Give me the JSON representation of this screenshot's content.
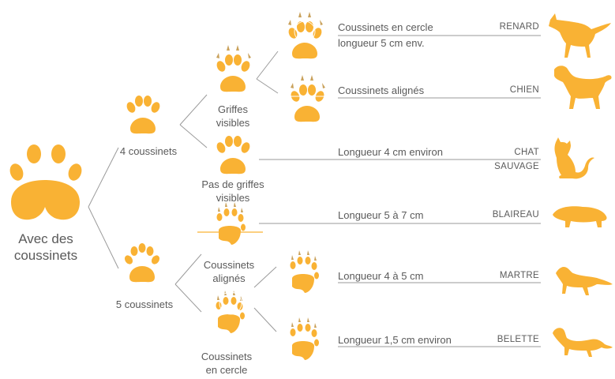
{
  "colors": {
    "paw": "#F9B234",
    "claw": "#C9A15B",
    "line": "#9a9a9a",
    "text": "#5a5a5a",
    "background": "#ffffff"
  },
  "root": {
    "label_line1": "Avec des",
    "label_line2": "coussinets"
  },
  "level1": {
    "four_pads": "4 coussinets",
    "five_pads": "5 coussinets"
  },
  "level2": {
    "claws_visible_line1": "Griffes",
    "claws_visible_line2": "visibles",
    "no_claws_line1": "Pas de griffes",
    "no_claws_line2": "visibles",
    "aligned_line1": "Coussinets",
    "aligned_line2": "alignés",
    "circle_line1": "Coussinets",
    "circle_line2": "en cercle"
  },
  "leaves": {
    "fox": {
      "desc_line1": "Coussinets en cercle",
      "desc_line2": "longueur 5 cm env.",
      "animal": "RENARD"
    },
    "dog": {
      "desc": "Coussinets alignés",
      "animal": "CHIEN"
    },
    "wildcat": {
      "desc": "Longueur 4 cm environ",
      "animal_line1": "CHAT",
      "animal_line2": "SAUVAGE"
    },
    "badger": {
      "desc": "Longueur 5 à 7 cm",
      "animal": "BLAIREAU"
    },
    "marten": {
      "desc": "Longueur 4 à 5 cm",
      "animal": "MARTRE"
    },
    "weasel": {
      "desc": "Longueur 1,5 cm environ",
      "animal": "BELETTE"
    }
  },
  "icons": [
    "paw-print-icon",
    "fox-silhouette-icon",
    "dog-silhouette-icon",
    "cat-silhouette-icon",
    "badger-silhouette-icon",
    "marten-silhouette-icon",
    "weasel-silhouette-icon"
  ]
}
